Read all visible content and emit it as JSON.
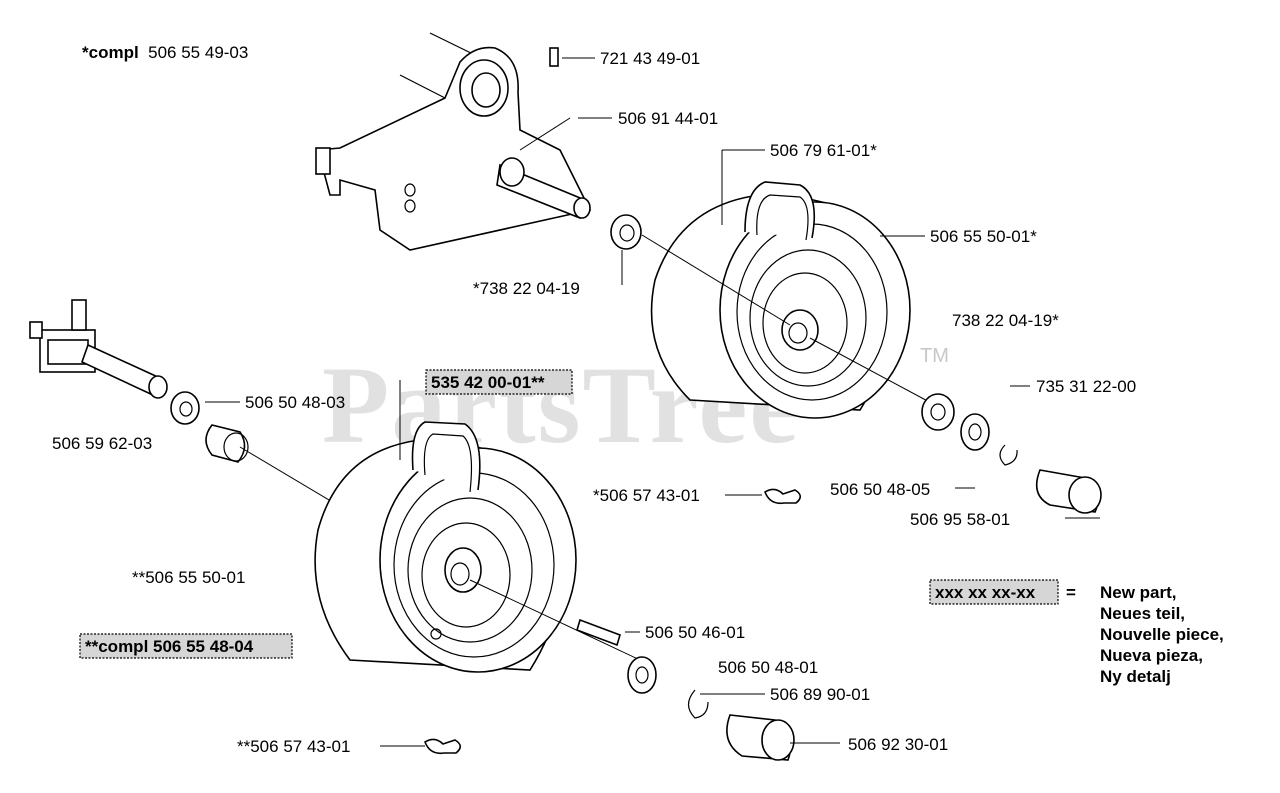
{
  "watermark": {
    "text": "PartsTree",
    "mark": "TM"
  },
  "labels": {
    "compl_top_prefix": "*compl",
    "compl_top_number": "506 55 49-03",
    "pin": "721 43 49-01",
    "axle_bracket": "506 91 44-01",
    "rim_half_a": "506 79 61-01*",
    "tire_a": "506 55 50-01*",
    "bearing_a": "*738 22 04-19",
    "bearing_b": "738 22 04-19*",
    "shaft_right": "735 31 22-00",
    "kit_boxed": "535 42 00-01**",
    "washer_left": "506 50 48-03",
    "bracket_left": "506 59 62-03",
    "clip_mid": "*506 57 43-01",
    "washer_right": "506 50 48-05",
    "cap_right": "506 95 58-01",
    "tire_b": "**506 55 50-01",
    "compl_bottom_boxed": "**compl 506 55 48-04",
    "key": "506 50 46-01",
    "washer_bottom": "506 50 48-01",
    "retainer_bottom": "506 89 90-01",
    "cap_bottom": "506 92 30-01",
    "clip_bottom": "**506 57 43-01"
  },
  "legend": {
    "placeholder": "xxx xx xx-xx",
    "equals": "=",
    "lines": [
      "New part,",
      "Neues teil,",
      "Nouvelle piece,",
      "Nueva pieza,",
      "Ny detalj"
    ]
  }
}
